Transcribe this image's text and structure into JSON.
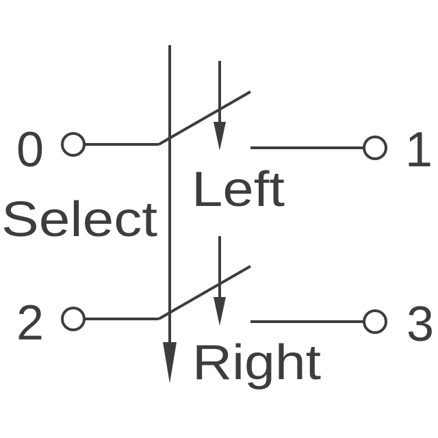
{
  "terminals": {
    "t0": "0",
    "t1": "1",
    "t2": "2",
    "t3": "3"
  },
  "labels": {
    "select": "Select",
    "left": "Left",
    "right": "Right"
  },
  "colors": {
    "line": "#3d3d3d",
    "background": "#ffffff"
  }
}
